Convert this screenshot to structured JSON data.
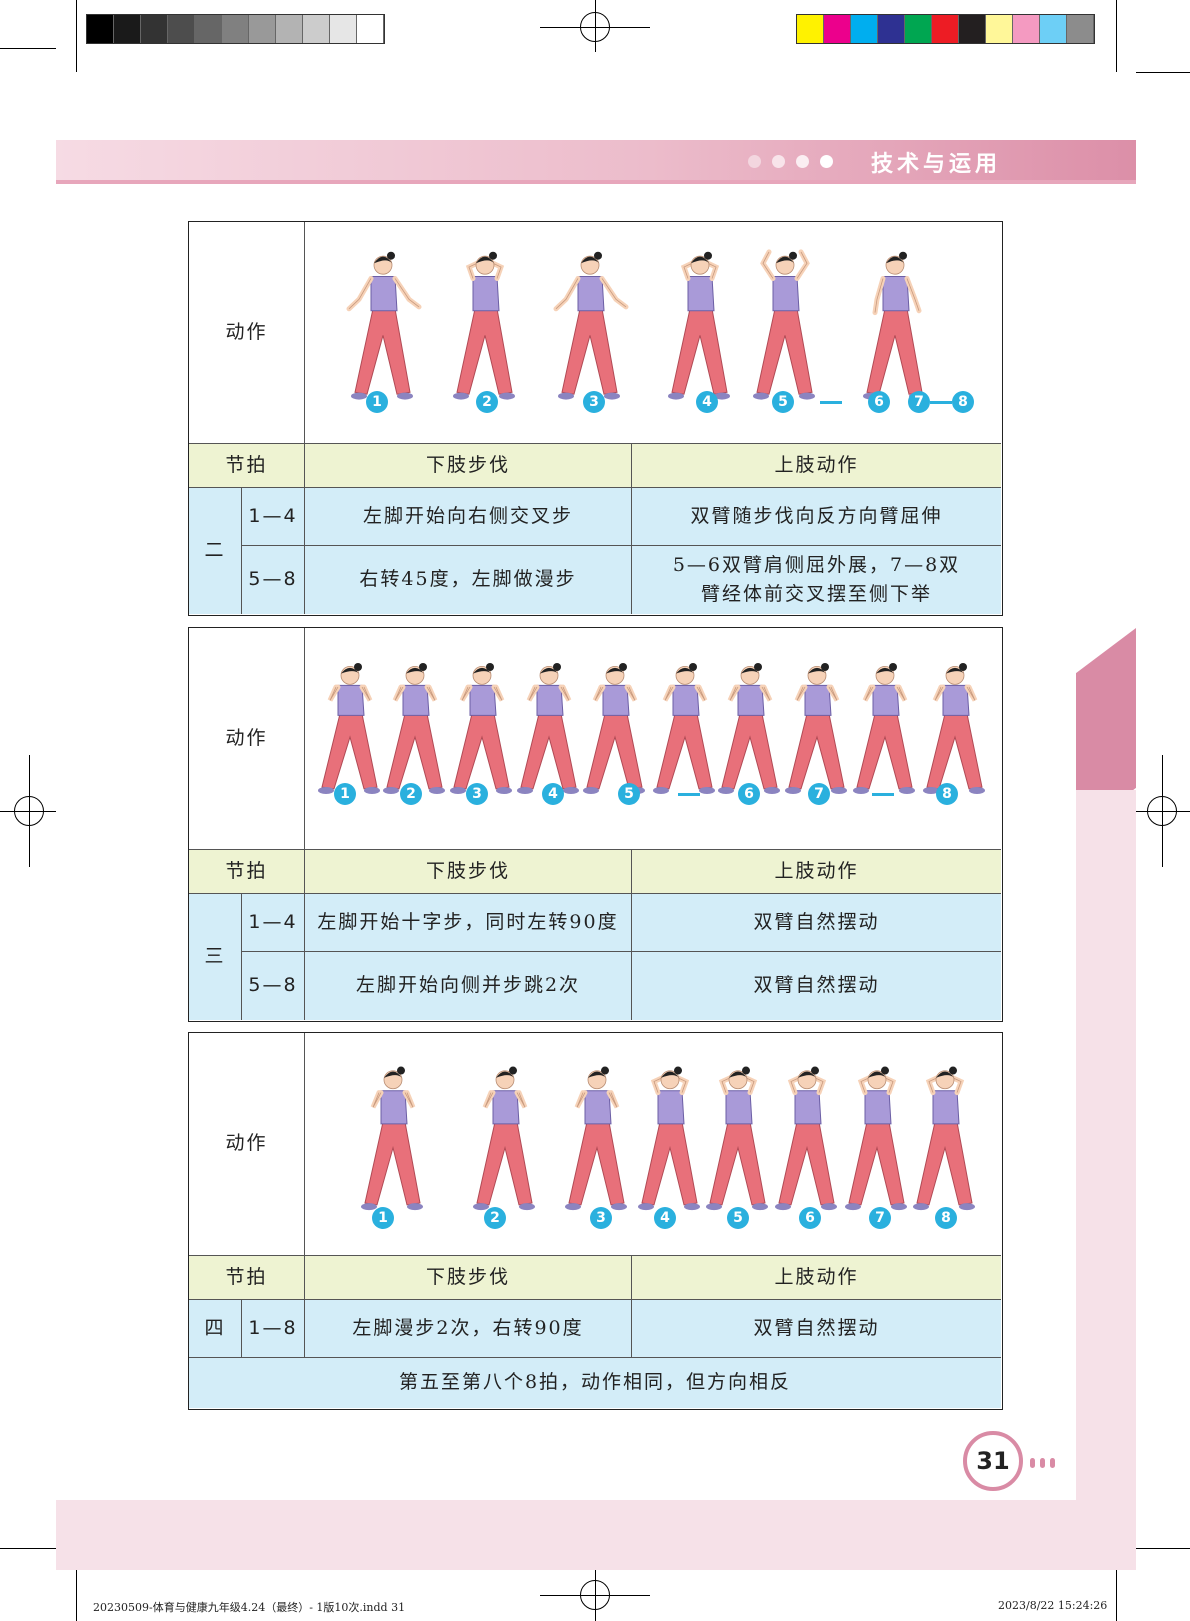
{
  "header": {
    "title": "技术与运用"
  },
  "colors": {
    "accent_pink": "#d98ba5",
    "beat_circle": "#2ab0de",
    "row_yellow": "#eef3d2",
    "row_blue": "#d3edf8"
  },
  "headers": {
    "action": "动作",
    "beat": "节拍",
    "lower": "下肢步伐",
    "upper": "上肢动作"
  },
  "sections": [
    {
      "id": "二",
      "labels": [
        "1",
        "2",
        "3",
        "4",
        "5",
        "6",
        "7",
        "8"
      ],
      "rows": [
        {
          "beat": "1—4",
          "lower": "左脚开始向右侧交叉步",
          "upper": "双臂随步伐向反方向臂屈伸"
        },
        {
          "beat": "5—8",
          "lower": "右转45度，左脚做漫步",
          "upper": "5—6双臂肩侧屈外展，7—8双臂经体前交叉摆至侧下举"
        }
      ]
    },
    {
      "id": "三",
      "labels": [
        "1",
        "2",
        "3",
        "4",
        "5",
        "6",
        "7",
        "8"
      ],
      "rows": [
        {
          "beat": "1—4",
          "lower": "左脚开始十字步，同时左转90度",
          "upper": "双臂自然摆动"
        },
        {
          "beat": "5—8",
          "lower": "左脚开始向侧并步跳2次",
          "upper": "双臂自然摆动"
        }
      ]
    },
    {
      "id": "四",
      "labels": [
        "1",
        "2",
        "3",
        "4",
        "5",
        "6",
        "7",
        "8"
      ],
      "rows": [
        {
          "beat": "1—8",
          "lower": "左脚漫步2次，右转90度",
          "upper": "双臂自然摆动"
        }
      ],
      "note": "第五至第八个8拍，动作相同，但方向相反"
    }
  ],
  "page_number": "31",
  "footer": {
    "left": "20230509-体育与健康九年级4.24（最终）- 1版10次.indd   31",
    "right": "2023/8/22   15:24:26"
  }
}
